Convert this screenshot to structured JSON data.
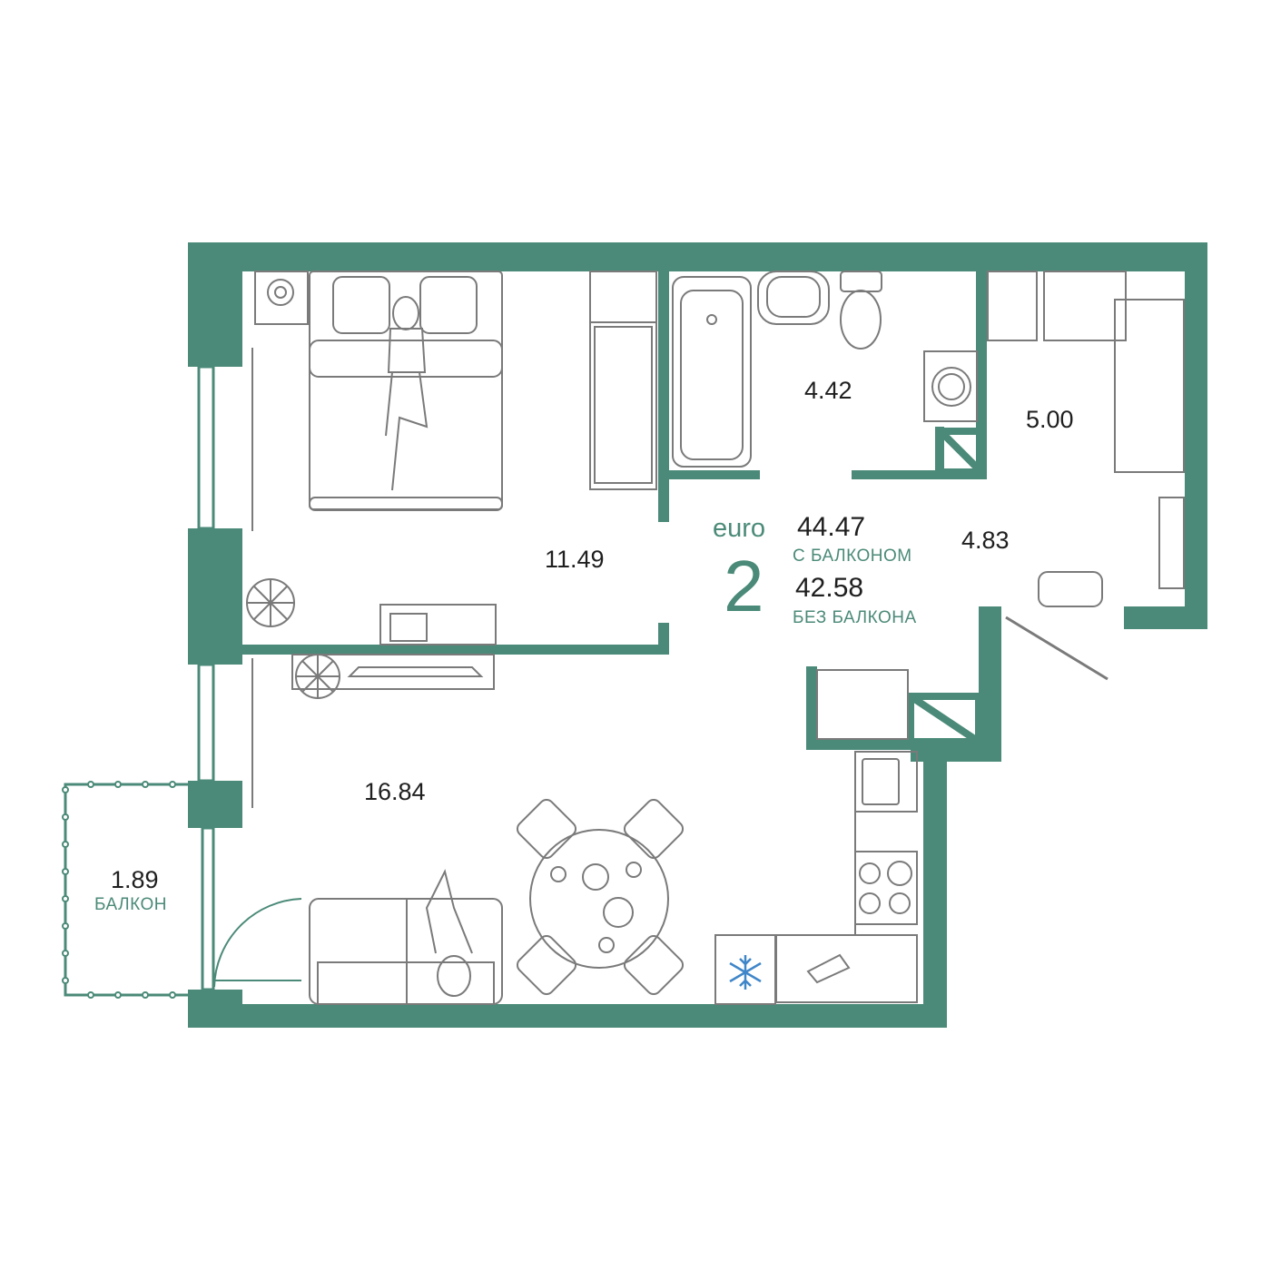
{
  "colors": {
    "wall": "#4b8a78",
    "accent": "#4b8a78",
    "furniture_stroke": "#7a7a7a",
    "text": "#1f1f1f",
    "freezer_icon": "#3f86c9"
  },
  "summary": {
    "type_prefix": "euro",
    "rooms_count": "2",
    "total_with_balcony": "44.47",
    "with_balcony_label": "С БАЛКОНОМ",
    "total_without_balcony": "42.58",
    "without_balcony_label": "БЕЗ БАЛКОНА"
  },
  "rooms": {
    "bedroom": "11.49",
    "living_kitchen": "16.84",
    "bathroom": "4.42",
    "wardrobe": "5.00",
    "hallway": "4.83",
    "balcony": "1.89",
    "balcony_label": "БАЛКОН"
  },
  "icons": {
    "freezer": "snowflake-icon",
    "plant": "plant-icon",
    "washing_machine": "washing-machine-icon"
  }
}
